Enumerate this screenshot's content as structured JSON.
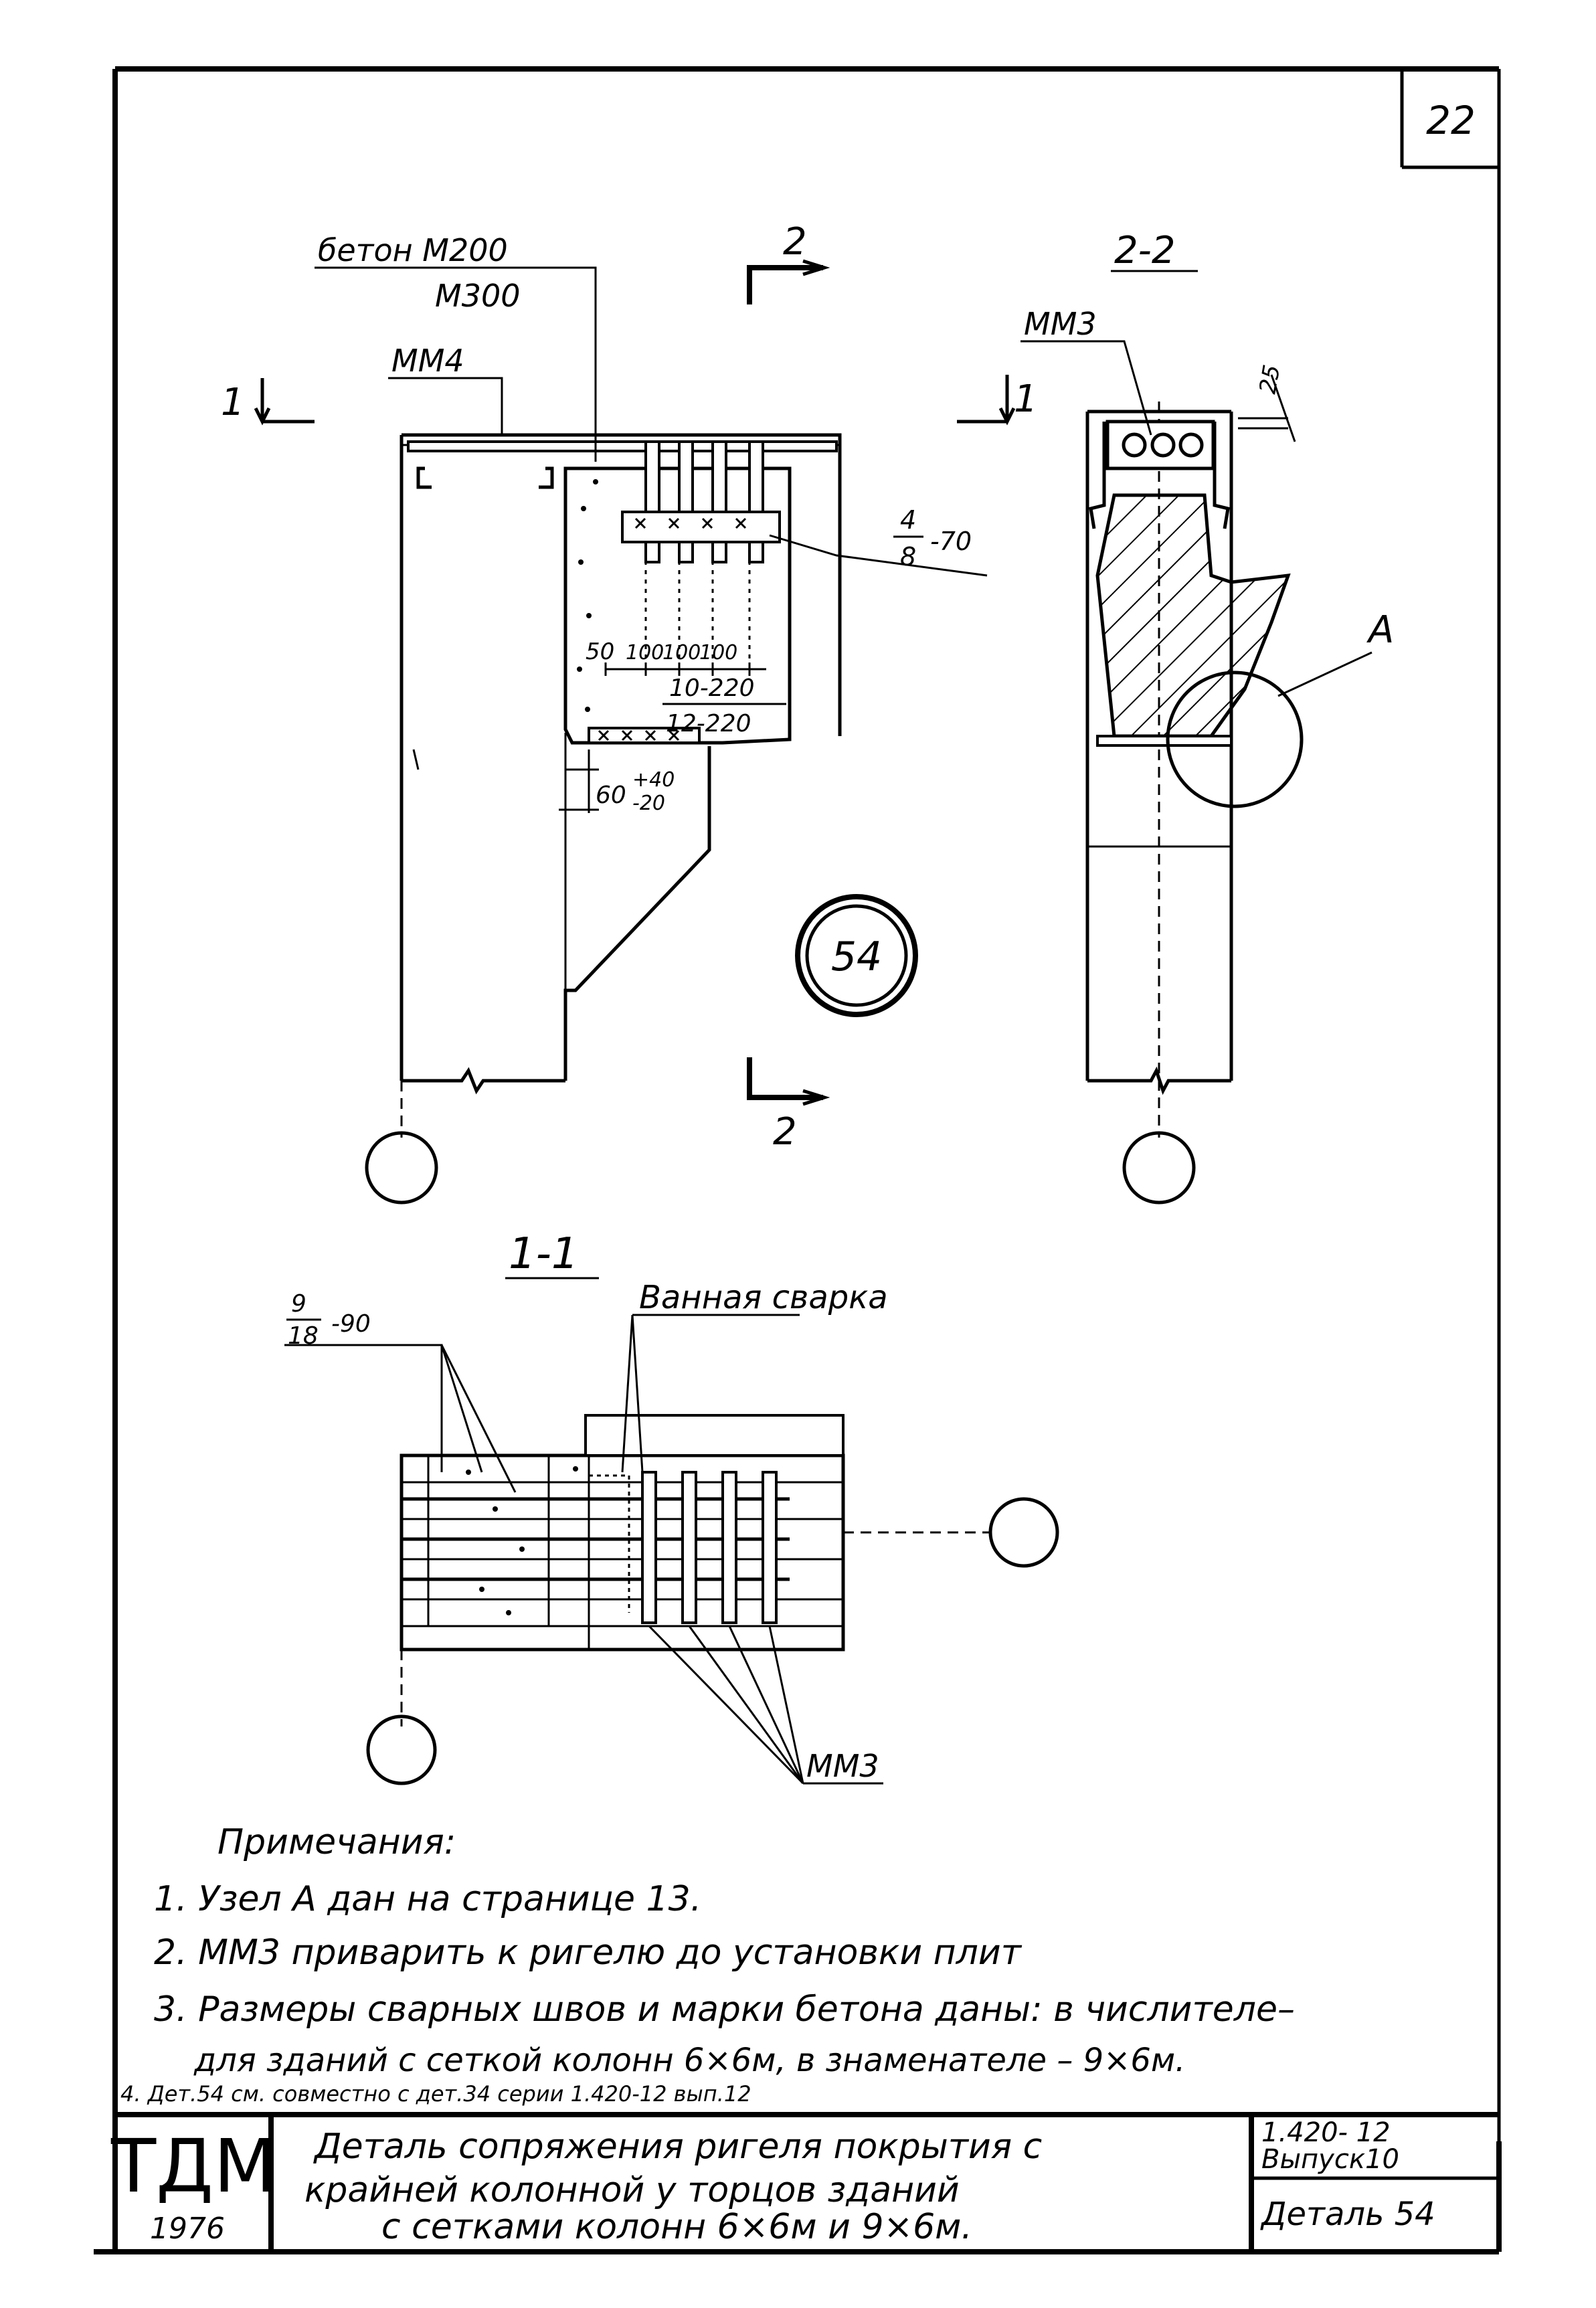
{
  "sheet": {
    "page_number": "22",
    "detail_mark": "54"
  },
  "elevation": {
    "concrete_label": "бетон М200",
    "concrete_label_alt": "М300",
    "plate_label": "ММ4",
    "section_mark": "1",
    "cut_mark_top": "2",
    "cut_mark_bottom": "2",
    "weld_fraction_num": "4",
    "weld_fraction_den": "8",
    "weld_fraction_len": "-70",
    "dim_chain": [
      "50",
      "100",
      "100",
      "100"
    ],
    "rebar_label_1": "10-220",
    "rebar_label_2": "12-220",
    "gap_dim": "60",
    "gap_tol_plus": "+40",
    "gap_tol_minus": "-20"
  },
  "section_2_2": {
    "title": "2-2",
    "plate_label": "ММ3",
    "dim_25": "25",
    "node_label": "А"
  },
  "section_1_1": {
    "title": "1-1",
    "weld_fraction_num": "9",
    "weld_fraction_den": "18",
    "weld_fraction_len": "-90",
    "weld_label": "Ванная сварка",
    "plate_label": "ММ3"
  },
  "notes": {
    "heading": "Примечания:",
    "items": [
      "1. Узел А дан на странице 13.",
      "2. ММ3 приварить к ригелю до установки плит",
      "3. Размеры сварных швов и марки бетона даны: в числителе–",
      "для зданий с сеткой колонн 6×6м, в знаменателе – 9×6м.",
      "4. Дет.54 см. совместно с дет.34 серии 1.420-12 вып.12"
    ]
  },
  "title_block": {
    "org": "ТДМ",
    "year": "1976",
    "title_line_1": "Деталь сопряжения ригеля покрытия с",
    "title_line_2": "крайней колонной у торцов зданий",
    "title_line_3": "с сетками колонн 6×6м и 9×6м.",
    "series": "1.420- 12",
    "issue": "Выпуск10",
    "detail": "Деталь 54"
  }
}
